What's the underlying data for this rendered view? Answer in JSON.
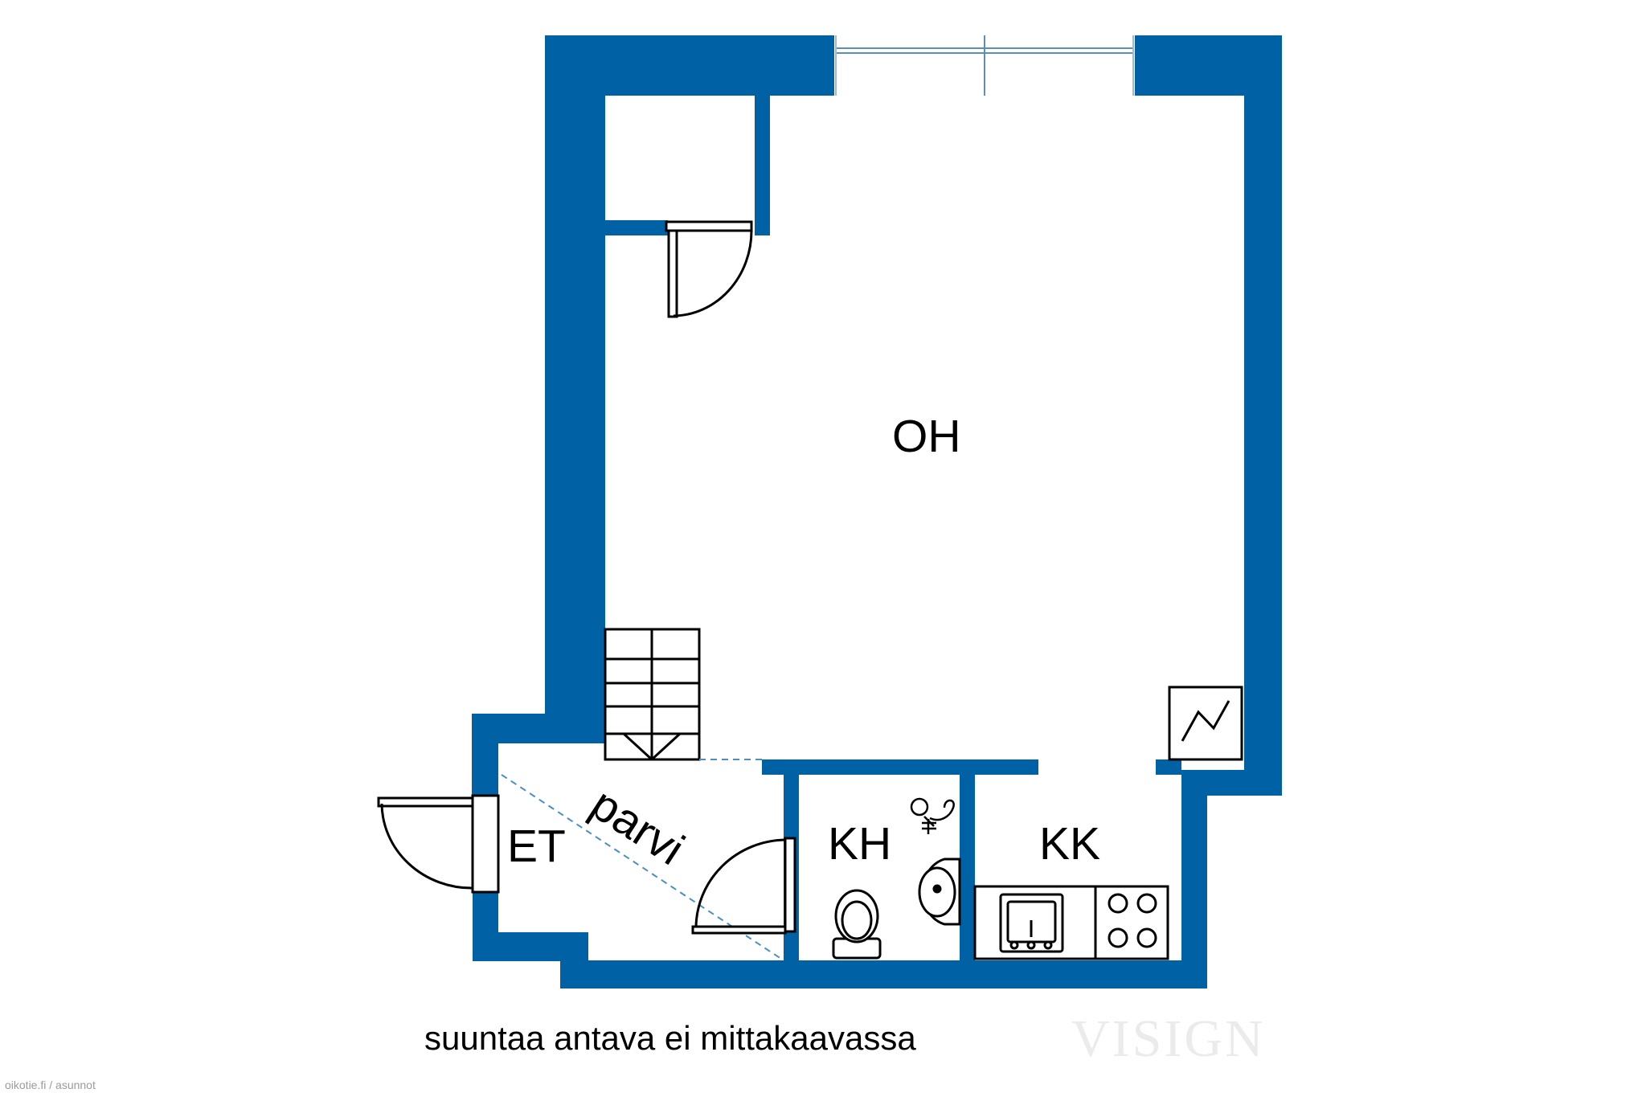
{
  "colors": {
    "wall": "#0062a4",
    "line": "#000000",
    "background": "#ffffff",
    "dashed": "#4a8fc4"
  },
  "rooms": {
    "living": "OH",
    "entrance": "ET",
    "loft": "parvi",
    "bathroom": "KH",
    "kitchen": "KK"
  },
  "caption": "suuntaa antava ei mittakaavassa",
  "watermark": "VISIGN",
  "source": "oikotie.fi / asunnot"
}
